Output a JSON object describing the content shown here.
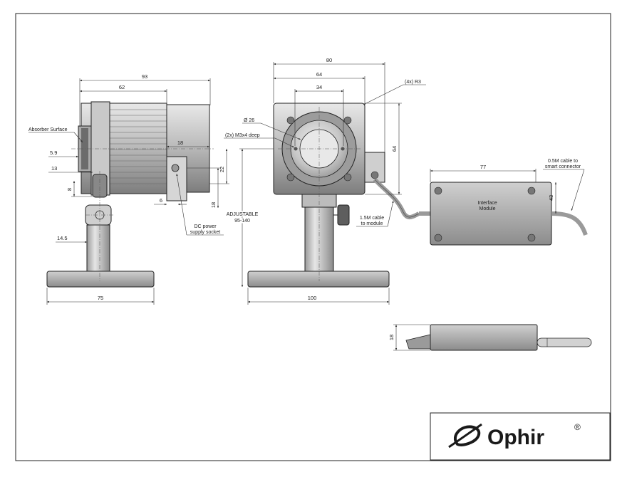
{
  "colors": {
    "line": "#222222",
    "body_fill": "#b5b5b5",
    "body_dark": "#8a8a8a",
    "body_light": "#d8d8d8",
    "brand": "#1a1a1a"
  },
  "side_view": {
    "dims": {
      "d93": "93",
      "d62": "62",
      "d18": "18",
      "d22": "22",
      "d18b": "18",
      "d6": "6",
      "d5_9": "5.9",
      "d13": "13",
      "d8": "8",
      "d14_5": "14.5",
      "d75": "75"
    },
    "labels": {
      "absorber": "Absorber Surface",
      "dc_power_1": "DC power",
      "dc_power_2": "supply socket"
    }
  },
  "front_view": {
    "dims": {
      "d80": "80",
      "d64": "64",
      "d34": "34",
      "d64v": "64",
      "d100": "100"
    },
    "labels": {
      "r3": "(4x) R3",
      "phi26": "Ø 26",
      "m3": "(2x) M3x4 deep",
      "adjustable_1": "ADJUSTABLE",
      "adjustable_2": "95-140",
      "cable_1": "1.5M cable",
      "cable_2": "to module"
    }
  },
  "interface_module": {
    "dims": {
      "d77": "77",
      "d43": "43",
      "d18": "18"
    },
    "labels": {
      "title_1": "Interface",
      "title_2": "Module",
      "smart_1": "0.5M cable to",
      "smart_2": "smart connector"
    }
  },
  "brand": {
    "name": "Ophir",
    "registered": "®"
  }
}
